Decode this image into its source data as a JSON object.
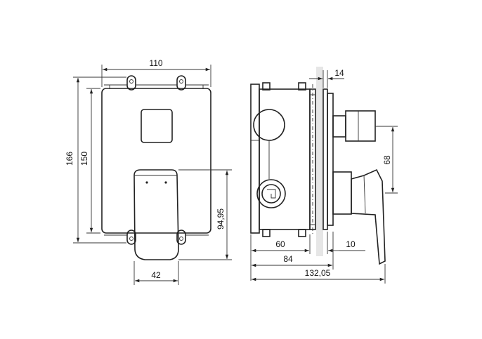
{
  "front_view": {
    "width_label": "110",
    "height_outer_label": "166",
    "height_inner_label": "150",
    "handle_width_label": "42",
    "handle_height_label": "94,95"
  },
  "side_view": {
    "wall_label": "14",
    "offset_label": "68",
    "box_depth_label": "60",
    "body_depth_label": "84",
    "handle_depth_label": "10",
    "total_depth_label": "132,05"
  }
}
